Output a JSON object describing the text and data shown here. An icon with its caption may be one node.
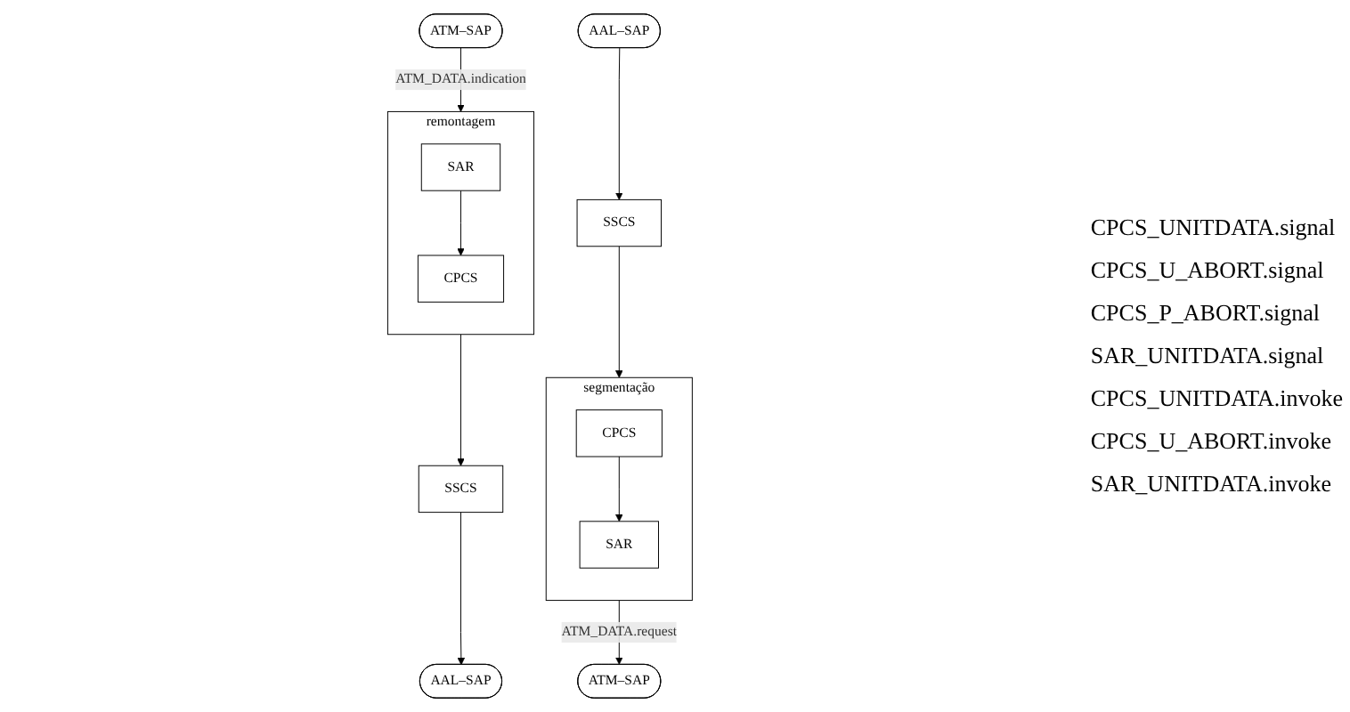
{
  "diagram": {
    "nodes": [
      {
        "text": [
          "AAL–SAP"
        ]
      },
      {
        "text": [
          "SSCS"
        ]
      },
      {
        "text": [
          "remontagem"
        ]
      },
      {
        "text": [
          "CPCS"
        ],
        "in": 2
      },
      {
        "text": [
          "SAR"
        ],
        "in": 2
      },
      {
        "text": [
          "ATM–SAP"
        ]
      },
      {
        "text": [
          "AAL–SAP"
        ]
      },
      {
        "text": [
          "SSCS"
        ]
      },
      {
        "text": [
          "segmentação"
        ]
      },
      {
        "text": [
          "CPCS"
        ],
        "in": 8
      },
      {
        "text": [
          "SAR"
        ],
        "in": 8
      },
      {
        "text": [
          "ATM–SAP"
        ]
      }
    ],
    "edges": [
      {
        "from": 1,
        "to": 0,
        "arrow": "to"
      },
      {
        "from": 2,
        "to": 1,
        "arrow": "to"
      },
      {
        "from": 4,
        "to": 3,
        "arrow": "to"
      },
      {
        "from": 5,
        "to": 2,
        "arrow": "to",
        "label": "ATM_DATA.indication"
      },
      {
        "from": 6,
        "to": 7,
        "arrow": "to"
      },
      {
        "from": 7,
        "to": 8,
        "arrow": "to"
      },
      {
        "from": 9,
        "to": 10,
        "arrow": "to"
      },
      {
        "from": 8,
        "to": 11,
        "arrow": "to",
        "label": "ATM_DATA.request"
      }
    ],
    "labels": [
      "CPCS_UNITDATA.signal",
      "CPCS_U_ABORT.signal",
      "CPCS_P_ABORT.signal",
      "SAR_UNITDATA.signal",
      "CPCS_UNITDATA.invoke",
      "CPCS_U_ABORT.invoke",
      "SAR_UNITDATA.invoke"
    ]
  }
}
